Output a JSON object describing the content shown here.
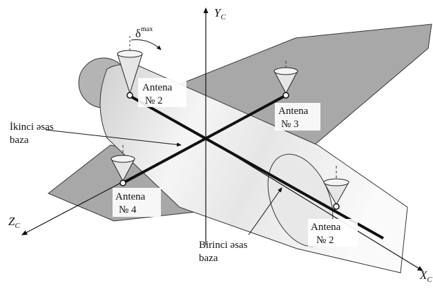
{
  "axes": {
    "y": {
      "main": "Y",
      "sub": "C"
    },
    "x": {
      "main": "X",
      "sub": "C"
    },
    "z": {
      "main": "Z",
      "sub": "C"
    }
  },
  "angle": {
    "symbol": "δ",
    "superscript": "max"
  },
  "antennas": {
    "top_left": {
      "line1": "Antena",
      "line2": "№ 2"
    },
    "top_right": {
      "line1": "Antena",
      "line2": "№ 3"
    },
    "bottom_left": {
      "line1": "Antena",
      "line2": "№ 4"
    },
    "bottom_right": {
      "line1": "Antena",
      "line2": "№ 2"
    }
  },
  "bases": {
    "second": {
      "line1": "İkinci əsas",
      "line2": "baza"
    },
    "first": {
      "line1": "Birinci əsas",
      "line2": "baza"
    }
  },
  "colors": {
    "wing": "#a6a6a6",
    "fuselage_light": "#f2f2f2",
    "fuselage_mid": "#d6d6d6",
    "tail": "#b4b4b4",
    "line": "#1a1a1a"
  }
}
